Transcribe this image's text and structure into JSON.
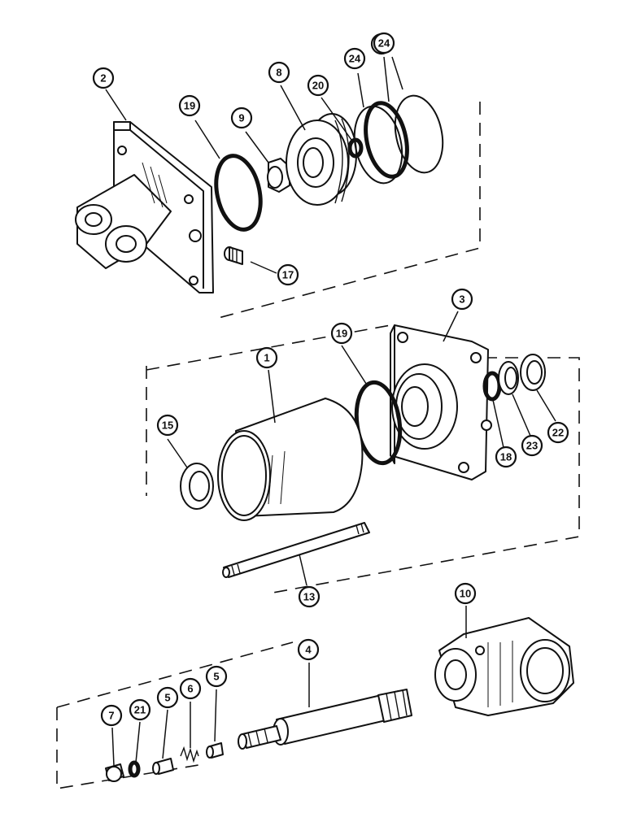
{
  "callouts": [
    {
      "label": "2"
    },
    {
      "label": "19"
    },
    {
      "label": "9"
    },
    {
      "label": "8"
    },
    {
      "label": "20"
    },
    {
      "label": "24"
    },
    {
      "label": "19"
    },
    {
      "label": "24"
    },
    {
      "label": "17"
    },
    {
      "label": "3"
    },
    {
      "label": "19"
    },
    {
      "label": "1"
    },
    {
      "label": "15"
    },
    {
      "label": "18"
    },
    {
      "label": "23"
    },
    {
      "label": "22"
    },
    {
      "label": "13"
    },
    {
      "label": "10"
    },
    {
      "label": "4"
    },
    {
      "label": "7"
    },
    {
      "label": "21"
    },
    {
      "label": "5"
    },
    {
      "label": "6"
    },
    {
      "label": "5"
    }
  ]
}
